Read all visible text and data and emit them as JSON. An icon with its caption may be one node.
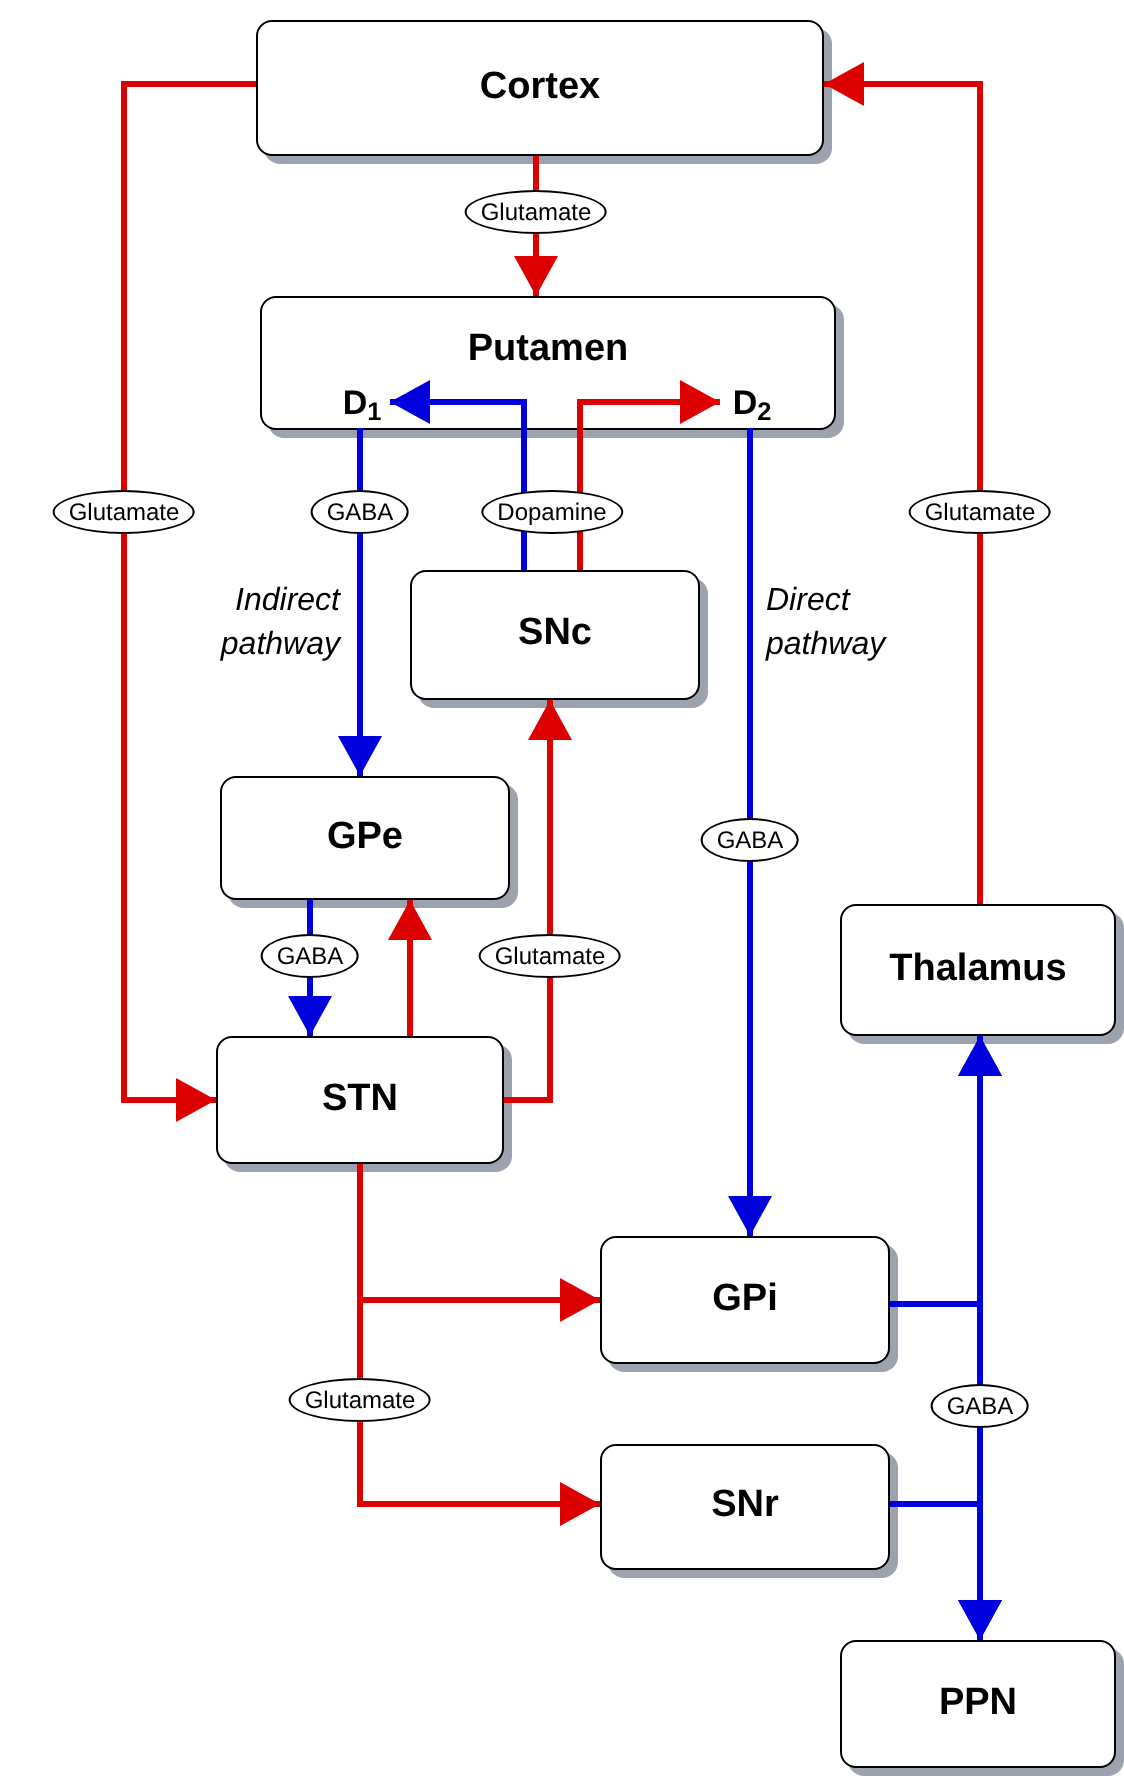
{
  "diagram": {
    "nodes": [
      {
        "text": [
          "Cortex"
        ]
      },
      {
        "text": [
          "Putamen"
        ]
      },
      {
        "text": [
          "D$_{1}$"
        ],
        "in": 1
      },
      {
        "text": [
          "D$_{2}$"
        ],
        "in": 1
      },
      {
        "text": [
          "SNc"
        ]
      },
      {
        "text": [
          "GPe"
        ]
      },
      {
        "text": [
          "STN"
        ]
      },
      {
        "text": [
          "Thalamus"
        ]
      },
      {
        "text": [
          "GPi"
        ]
      },
      {
        "text": [
          "SNr"
        ]
      },
      {
        "text": [
          "PPN"
        ]
      }
    ],
    "edges": [
      {
        "from": 0,
        "to": 6,
        "arrow": "to",
        "label": "Glutamate",
        "color": "#dd0000"
      },
      {
        "from": 0,
        "to": 1,
        "arrow": "to",
        "label": "Glutamate",
        "color": "#dd0000"
      },
      {
        "from": 2,
        "to": 5,
        "arrow": "to",
        "label": "GABA",
        "color": "#0000dd"
      },
      {
        "from": 4,
        "to": 2,
        "arrow": "to",
        "label": "Dopamine",
        "color": "#0000dd"
      },
      {
        "from": 4,
        "to": 3,
        "arrow": "to",
        "color": "#dd0000"
      },
      {
        "from": 3,
        "to": 8,
        "arrow": "to",
        "label": "GABA",
        "color": "#0000dd"
      },
      {
        "from": 5,
        "to": 6,
        "arrow": "to",
        "label": "GABA",
        "color": "#0000dd"
      },
      {
        "from": 6,
        "to": 5,
        "arrow": "to",
        "color": "#dd0000"
      },
      {
        "from": 6,
        "to": 4,
        "arrow": "to",
        "label": "Glutamate",
        "color": "#dd0000"
      },
      {
        "from": 6,
        "to": 8,
        "arrow": "to",
        "color": "#dd0000"
      },
      {
        "from": 6,
        "to": 9,
        "arrow": "to",
        "label": "Glutamate",
        "color": "#dd0000"
      },
      {
        "from": 8,
        "to": 7,
        "arrow": "to",
        "color": "#0000dd"
      },
      {
        "from": 8,
        "to": 10,
        "arrow": "to",
        "label": "GABA",
        "color": "#0000dd"
      },
      {
        "from": 9,
        "to": 7,
        "arrow": "to",
        "color": "#0000dd"
      },
      {
        "from": 9,
        "to": 10,
        "arrow": "to",
        "color": "#0000dd"
      },
      {
        "from": 7,
        "to": 0,
        "arrow": "to",
        "label": "Glutamate",
        "color": "#dd0000"
      }
    ],
    "labels": [
      "Indirect pathway",
      "Direct pathway"
    ]
  }
}
